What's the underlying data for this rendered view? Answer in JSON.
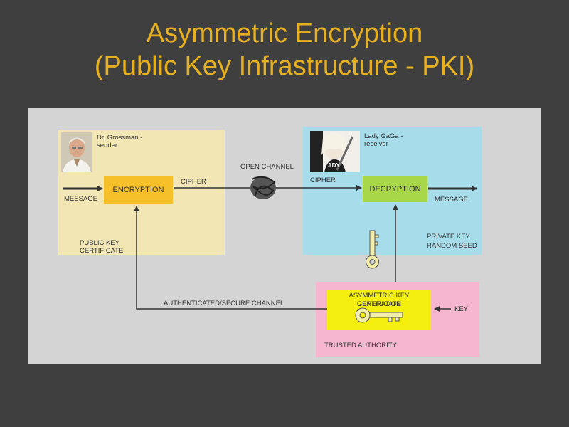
{
  "title": {
    "line1": "Asymmetric Encryption",
    "line2": "(Public Key Infrastructure - PKI)"
  },
  "sender": {
    "caption_line1": "Dr. Grossman -",
    "caption_line2": "sender",
    "message": "MESSAGE",
    "encryption": "ENCRYPTION",
    "cipher": "CIPHER",
    "cert_line1": "PUBLIC KEY",
    "cert_line2": "CERTIFICATE"
  },
  "channel": {
    "open": "OPEN CHANNEL",
    "secure": "AUTHENTICATED/SECURE  CHANNEL"
  },
  "receiver": {
    "caption_line1": "Lady GaGa -",
    "caption_line2": "receiver",
    "photo_text": "LADY",
    "cipher": "CIPHER",
    "decryption": "DECRYPTION",
    "message": "MESSAGE",
    "private_key": "PRIVATE KEY",
    "random_seed": "RANDOM SEED"
  },
  "authority": {
    "cert_line1": "ASYMMETRIC KEY CERTIFICATE",
    "cert_line2": "GENERATION",
    "key": "KEY",
    "name": "TRUSTED AUTHORITY"
  },
  "colors": {
    "title": "#e6b020",
    "sender_panel": "#f2e6b4",
    "receiver_panel": "#a7dcea",
    "authority_panel": "#f7b6cf",
    "encryption_box": "#f6c02a",
    "decryption_box": "#a8d84a",
    "certificate_box": "#f5ef10",
    "key_icon": "#f2eda8"
  }
}
